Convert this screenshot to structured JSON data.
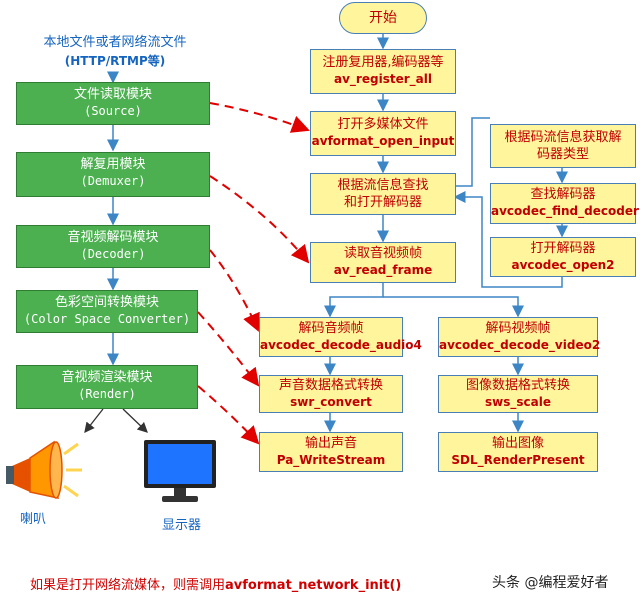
{
  "source": {
    "title": "本地文件或者网络流文件",
    "subtitle": "(HTTP/RTMP等)"
  },
  "modules": [
    {
      "cn": "文件读取模块",
      "en": "(Source)"
    },
    {
      "cn": "解复用模块",
      "en": "(Demuxer)"
    },
    {
      "cn": "音视频解码模块",
      "en": "(Decoder)"
    },
    {
      "cn": "色彩空间转换模块",
      "en": "(Color Space Converter)"
    },
    {
      "cn": "音视频渲染模块",
      "en": "(Render)"
    }
  ],
  "flow": {
    "start": "开始",
    "register": {
      "cn": "注册复用器,编码器等",
      "fn": "av_register_all"
    },
    "open_input": {
      "cn": "打开多媒体文件",
      "fn": "avformat_open_input"
    },
    "open_decoder": {
      "line1": "根据流信息查找",
      "line2": "和打开解码器"
    },
    "read_frame": {
      "cn": "读取音视频帧",
      "fn": "av_read_frame"
    },
    "decode_audio": {
      "cn": "解码音频帧",
      "fn": "avcodec_decode_audio4"
    },
    "decode_video": {
      "cn": "解码视频帧",
      "fn": "avcodec_decode_video2"
    },
    "audio_convert": {
      "cn": "声音数据格式转换",
      "fn": "swr_convert"
    },
    "video_scale": {
      "cn": "图像数据格式转换",
      "fn": "sws_scale"
    },
    "audio_out": {
      "cn": "输出声音",
      "fn": "Pa_WriteStream"
    },
    "video_out": {
      "cn": "输出图像",
      "fn": "SDL_RenderPresent"
    }
  },
  "side_flow": {
    "codec_type": {
      "line1": "根据码流信息获取解",
      "line2": "码器类型"
    },
    "find_decoder": {
      "cn": "查找解码器",
      "fn": "avcodec_find_decoder"
    },
    "open_decoder": {
      "cn": "打开解码器",
      "fn": "avcodec_open2"
    }
  },
  "devices": {
    "speaker": "喇叭",
    "monitor": "显示器"
  },
  "note": {
    "prefix": "如果是打开网络流媒体，则需调用",
    "fn": "avformat_network_init()"
  },
  "watermark": "头条 @编程爱好者",
  "colors": {
    "module_green": "#4cb050",
    "flow_yellow": "#fff59d",
    "flow_text": "#c00000",
    "arrow_blue": "#4a90d9",
    "dashed_red": "#e00000"
  }
}
